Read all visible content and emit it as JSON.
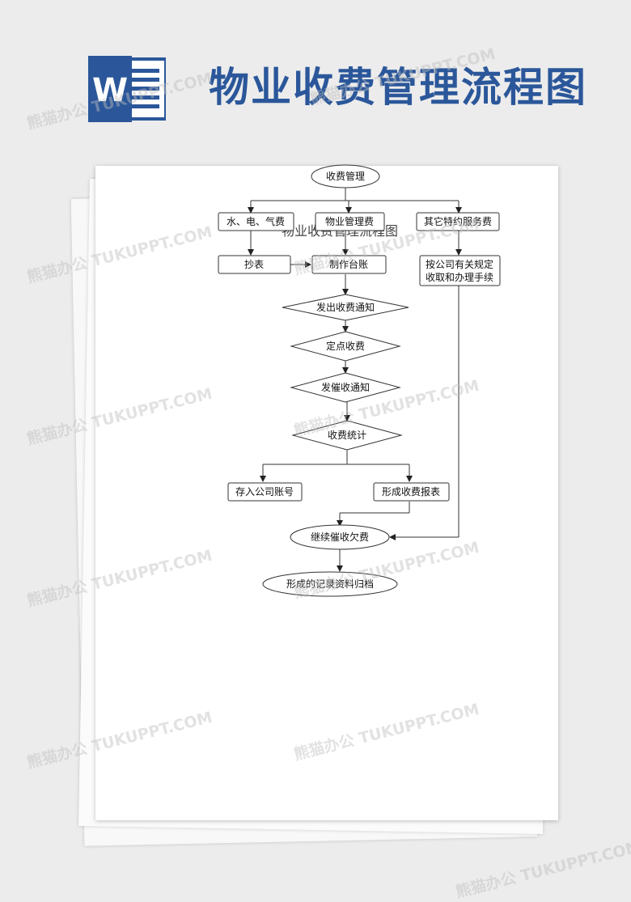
{
  "header": {
    "title": "物业收费管理流程图",
    "app_icon": "word-icon",
    "brand_color": "#2b579a"
  },
  "document": {
    "ghost_title": "物业收费管理流程图",
    "nodes": {
      "start": "收费管理",
      "utilities": "水、电、气费",
      "property_fee": "物业管理费",
      "special_service": "其它特约服务费",
      "meter_reading": "抄表",
      "make_ledger": "制作台账",
      "rule_line1": "按公司有关规定",
      "rule_line2": "收取和办理手续",
      "notice": "发出收费通知",
      "fixed_point": "定点收费",
      "reminder": "发催收通知",
      "statistics": "收费统计",
      "deposit": "存入公司账号",
      "report": "形成收费报表",
      "continue_collect": "继续催收欠费",
      "archive": "形成的记录资料归档"
    }
  },
  "watermark": {
    "text": "熊猫办公 TUKUPPT.COM"
  }
}
